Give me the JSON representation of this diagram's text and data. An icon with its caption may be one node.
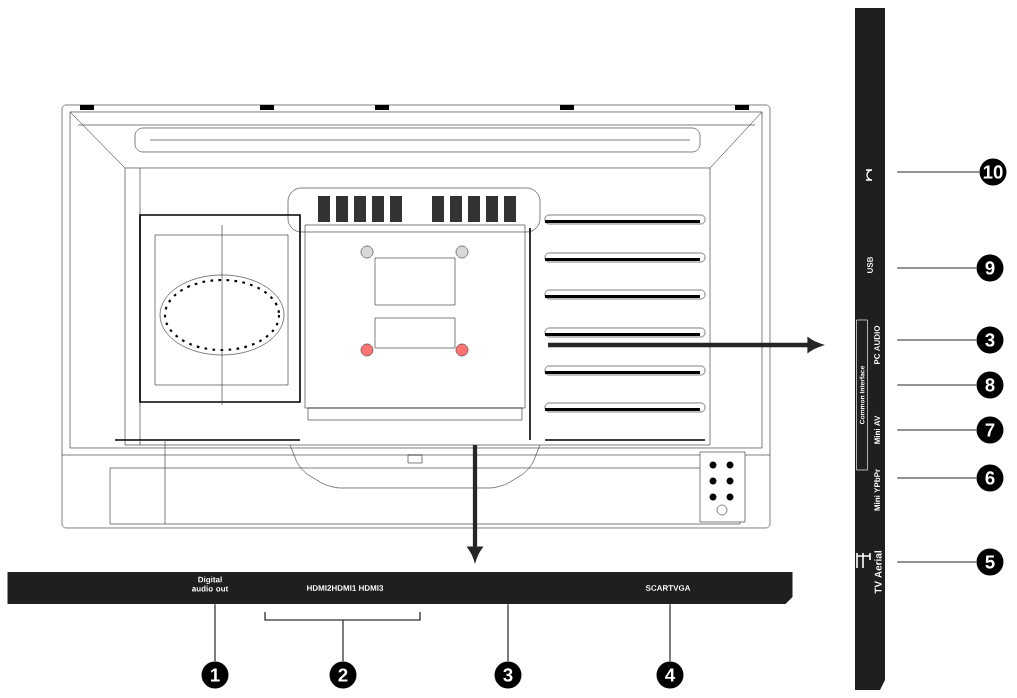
{
  "diagram": {
    "nodes": [
      {
        "text": [],
        "shape": "picture"
      },
      {
        "text": [
          "Digital audio out",
          "HDMI2HDMI1 HDMI3",
          "SCARTVGA"
        ]
      },
      {
        "text": [
          "USB",
          "PC AUDIO",
          "Mini AV",
          "Mini YPbPr",
          "TV Aerial"
        ]
      },
      {
        "text": [
          "Common Interface"
        ],
        "in": 2
      },
      {
        "text": [
          "1"
        ]
      },
      {
        "text": [
          "2"
        ]
      },
      {
        "text": [
          "3"
        ]
      },
      {
        "text": [
          "4"
        ]
      },
      {
        "text": [
          "10"
        ]
      },
      {
        "text": [
          "9"
        ]
      },
      {
        "text": [
          "3"
        ]
      },
      {
        "text": [
          "8"
        ]
      },
      {
        "text": [
          "7"
        ]
      },
      {
        "text": [
          "6"
        ]
      },
      {
        "text": [
          "5"
        ]
      }
    ],
    "edges": [
      {
        "from": 0,
        "to": 1,
        "arrow": "to",
        "style": "thick"
      },
      {
        "from": 0,
        "to": 2,
        "arrow": "to",
        "style": "thick"
      },
      {
        "from": 4,
        "to": 1,
        "arrow": "none"
      },
      {
        "from": 5,
        "to": null,
        "arrow": "none"
      },
      {
        "from": 6,
        "to": 1,
        "arrow": "none"
      },
      {
        "from": 7,
        "to": 1,
        "arrow": "none"
      },
      {
        "from": 8,
        "to": 2,
        "arrow": "none"
      },
      {
        "from": 9,
        "to": 2,
        "arrow": "none"
      },
      {
        "from": 10,
        "to": 2,
        "arrow": "none"
      },
      {
        "from": 11,
        "to": 2,
        "arrow": "none"
      },
      {
        "from": 12,
        "to": 2,
        "arrow": "none"
      },
      {
        "from": 13,
        "to": 2,
        "arrow": "none"
      },
      {
        "from": 14,
        "to": 2,
        "arrow": "none"
      }
    ]
  }
}
